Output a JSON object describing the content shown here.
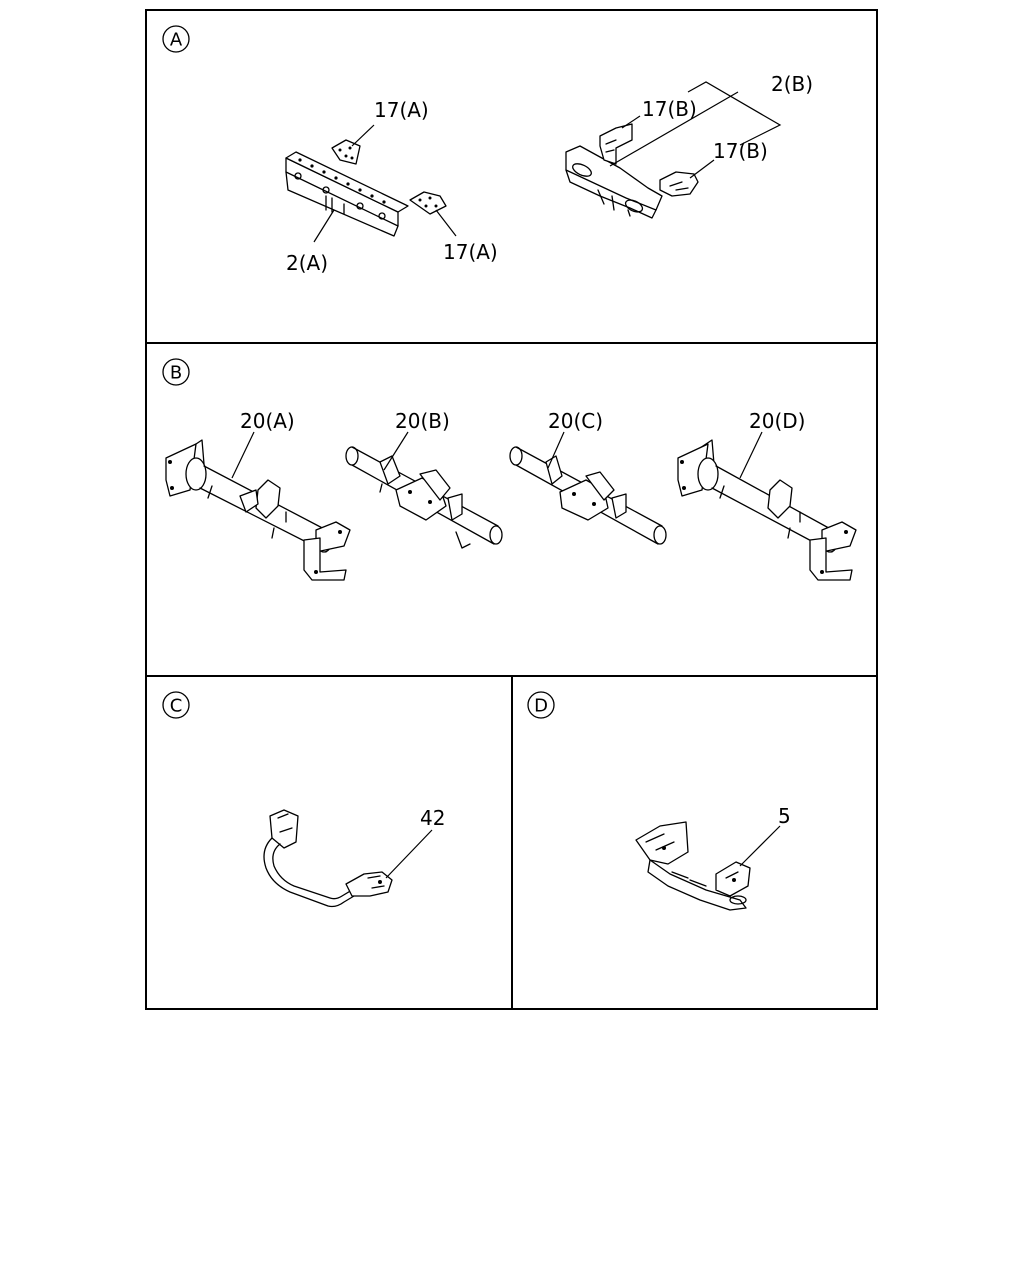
{
  "sections": {
    "a": {
      "marker": "A"
    },
    "b": {
      "marker": "B"
    },
    "c": {
      "marker": "C"
    },
    "d": {
      "marker": "D"
    }
  },
  "callouts": {
    "a_17a_top": "17(A)",
    "a_2a": "2(A)",
    "a_17a_bottom": "17(A)",
    "a_17b_left": "17(B)",
    "a_2b": "2(B)",
    "a_17b_right": "17(B)",
    "b_20a": "20(A)",
    "b_20b": "20(B)",
    "b_20c": "20(C)",
    "b_20d": "20(D)",
    "c_42": "42",
    "d_5": "5"
  }
}
